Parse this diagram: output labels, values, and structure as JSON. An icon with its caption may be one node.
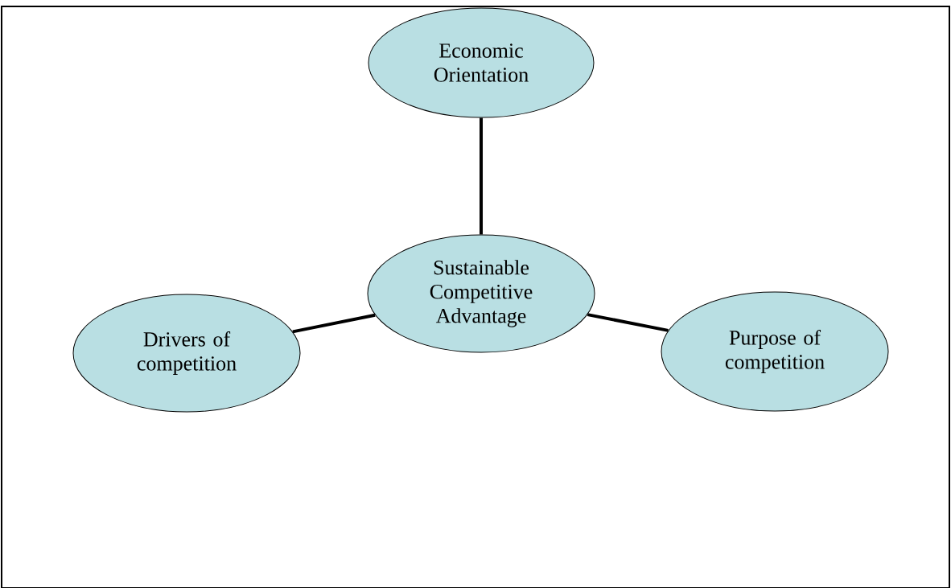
{
  "diagram": {
    "nodes": [
      {
        "text": [
          "Economic Orientation"
        ]
      },
      {
        "text": [
          "Sustainable Competitive Advantage"
        ]
      },
      {
        "text": [
          "Drivers of competition"
        ]
      },
      {
        "text": [
          "Purpose of competition"
        ]
      }
    ],
    "edges": [
      {
        "from": 1,
        "to": 0,
        "arrow": "none"
      },
      {
        "from": 1,
        "to": 2,
        "arrow": "none"
      },
      {
        "from": 1,
        "to": 3,
        "arrow": "none"
      }
    ]
  }
}
